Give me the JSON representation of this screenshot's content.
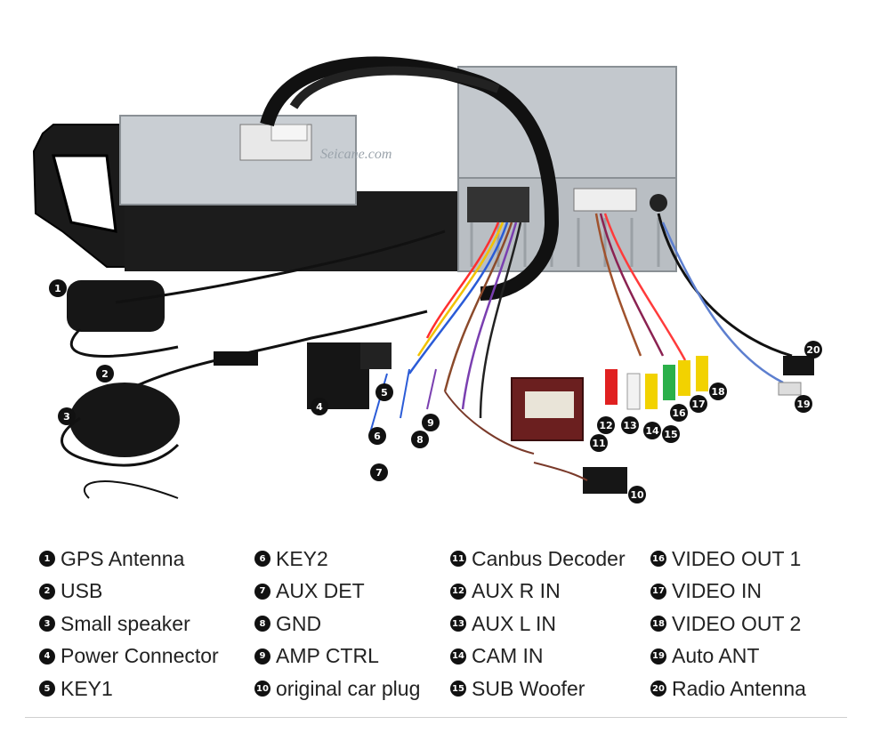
{
  "watermark": "Seicane.com",
  "callouts": [
    {
      "num": "1"
    },
    {
      "num": "2"
    },
    {
      "num": "3"
    },
    {
      "num": "4"
    },
    {
      "num": "5"
    },
    {
      "num": "6"
    },
    {
      "num": "7"
    },
    {
      "num": "8"
    },
    {
      "num": "9"
    },
    {
      "num": "10"
    },
    {
      "num": "11"
    },
    {
      "num": "12"
    },
    {
      "num": "13"
    },
    {
      "num": "14"
    },
    {
      "num": "15"
    },
    {
      "num": "16"
    },
    {
      "num": "17"
    },
    {
      "num": "18"
    },
    {
      "num": "19"
    },
    {
      "num": "20"
    }
  ],
  "legend": [
    {
      "num": "1",
      "label": "GPS Antenna"
    },
    {
      "num": "2",
      "label": "USB"
    },
    {
      "num": "3",
      "label": "Small speaker"
    },
    {
      "num": "4",
      "label": "Power Connector"
    },
    {
      "num": "5",
      "label": "KEY1"
    },
    {
      "num": "6",
      "label": "KEY2"
    },
    {
      "num": "7",
      "label": "AUX DET"
    },
    {
      "num": "8",
      "label": "GND"
    },
    {
      "num": "9",
      "label": "AMP CTRL"
    },
    {
      "num": "10",
      "label": "original car plug"
    },
    {
      "num": "11",
      "label": "Canbus Decoder"
    },
    {
      "num": "12",
      "label": "AUX R IN"
    },
    {
      "num": "13",
      "label": "AUX L IN"
    },
    {
      "num": "14",
      "label": "CAM IN"
    },
    {
      "num": "15",
      "label": "SUB Woofer"
    },
    {
      "num": "16",
      "label": "VIDEO OUT 1"
    },
    {
      "num": "17",
      "label": "VIDEO IN"
    },
    {
      "num": "18",
      "label": "VIDEO OUT 2"
    },
    {
      "num": "19",
      "label": "Auto ANT"
    },
    {
      "num": "20",
      "label": "Radio  Antenna"
    }
  ]
}
